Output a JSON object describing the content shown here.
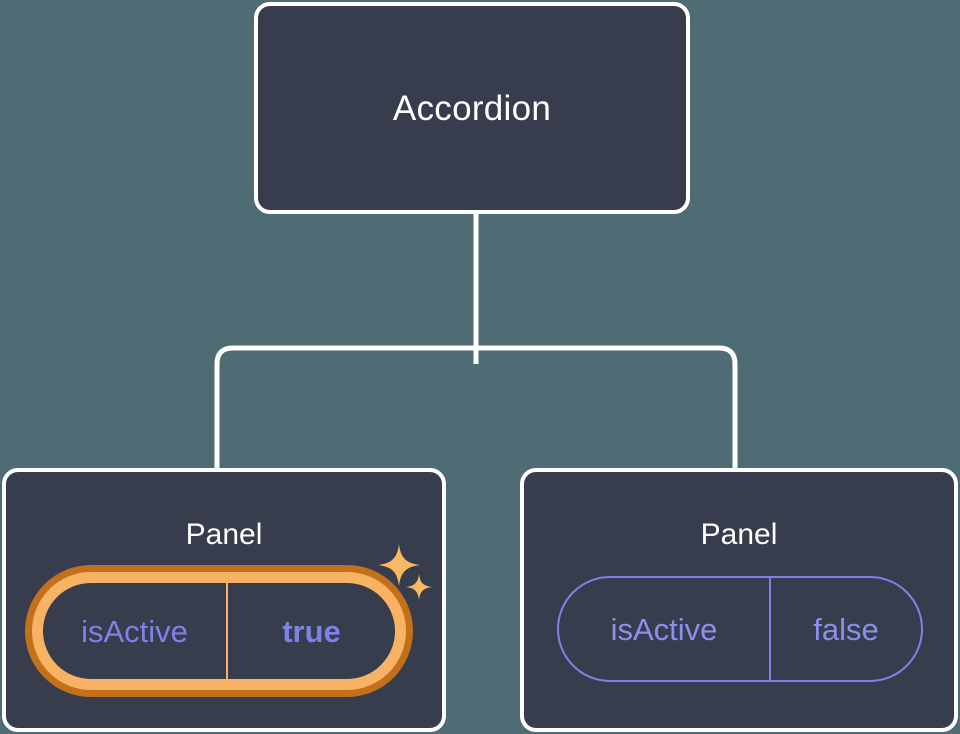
{
  "theme": {
    "background_color": "#4f6b73",
    "card_color": "#373d4c",
    "card_border_color": "#ffffff",
    "connector_color": "#ffffff",
    "prop_text_color": "#7e82e8",
    "highlight_outer_color": "#c4701a",
    "highlight_inner_color": "#f7b263",
    "sparkle_color": "#f9b963",
    "title_color": "#ffffff"
  },
  "tree": {
    "root": {
      "label": "Accordion"
    },
    "children": [
      {
        "label": "Panel",
        "highlighted": true,
        "prop": {
          "name": "isActive",
          "value": "true"
        },
        "sparkle_icons": [
          "sparkle-large-icon",
          "sparkle-small-icon"
        ]
      },
      {
        "label": "Panel",
        "highlighted": false,
        "prop": {
          "name": "isActive",
          "value": "false"
        }
      }
    ]
  }
}
